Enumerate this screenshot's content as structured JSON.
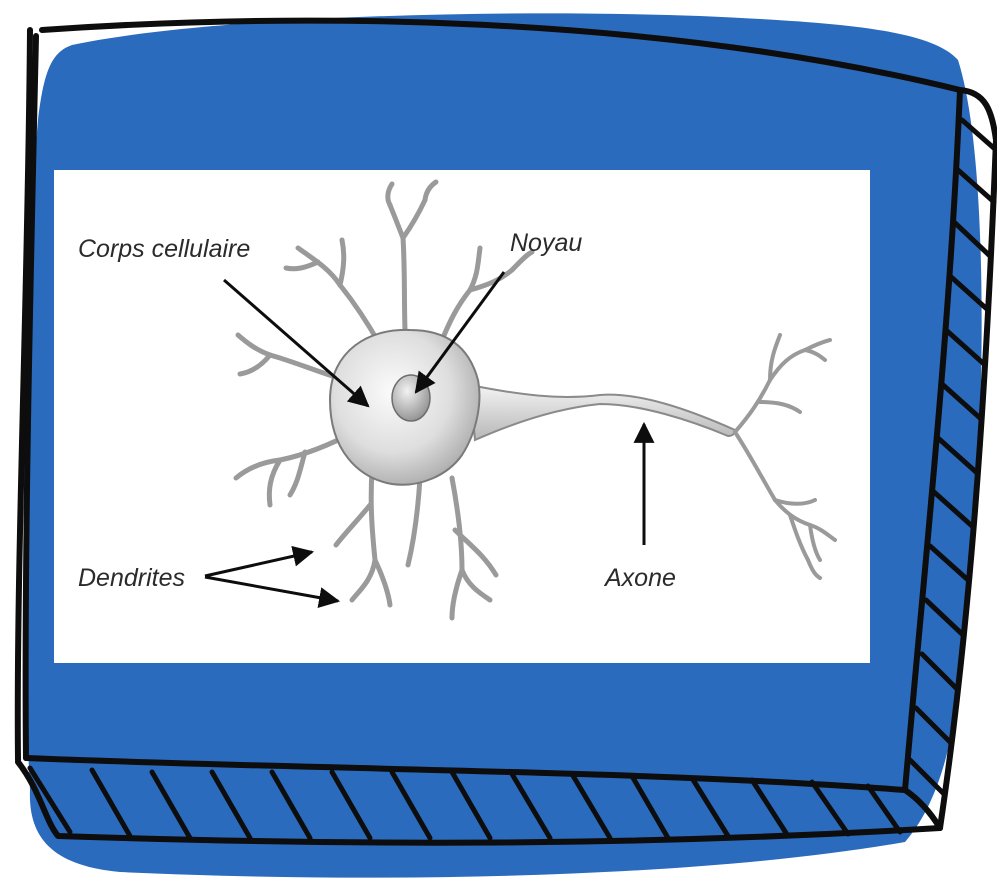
{
  "diagram": {
    "labels": {
      "cell_body": "Corps cellulaire",
      "nucleus": "Noyau",
      "dendrites": "Dendrites",
      "axon": "Axone"
    }
  },
  "colors": {
    "frame_blue": "#2B6BBE",
    "outline": "#0d0d0d",
    "cell_fill": "#d9d9d9",
    "cell_stroke": "#7a7a7a"
  }
}
